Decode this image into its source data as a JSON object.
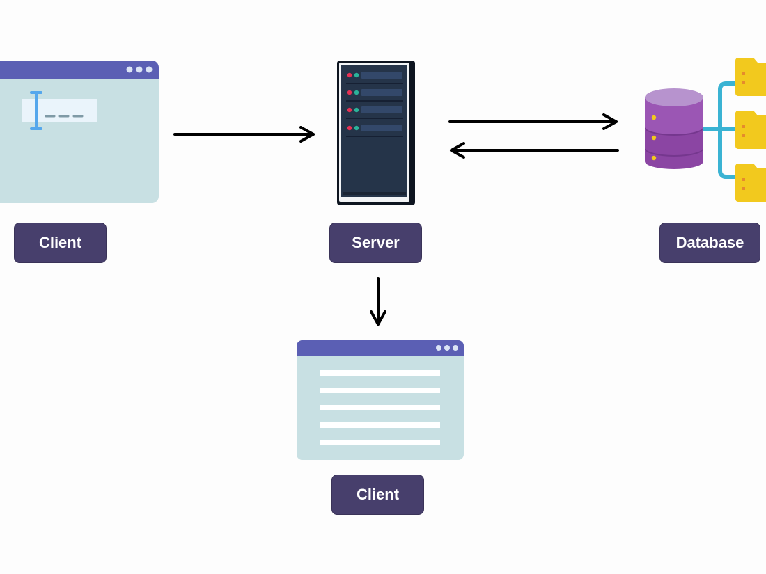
{
  "nodes": {
    "client_input": {
      "label": "Client"
    },
    "server": {
      "label": "Server"
    },
    "database": {
      "label": "Database"
    },
    "client_output": {
      "label": "Client"
    }
  },
  "colors": {
    "window_titlebar": "#5b5fb4",
    "window_body": "#c8e0e3",
    "label_bg": "#473f6c",
    "server_body": "#253449",
    "database": "#8b45a3",
    "folder": "#f2c91e",
    "connector": "#3ab3d3",
    "arrow": "#000000"
  }
}
